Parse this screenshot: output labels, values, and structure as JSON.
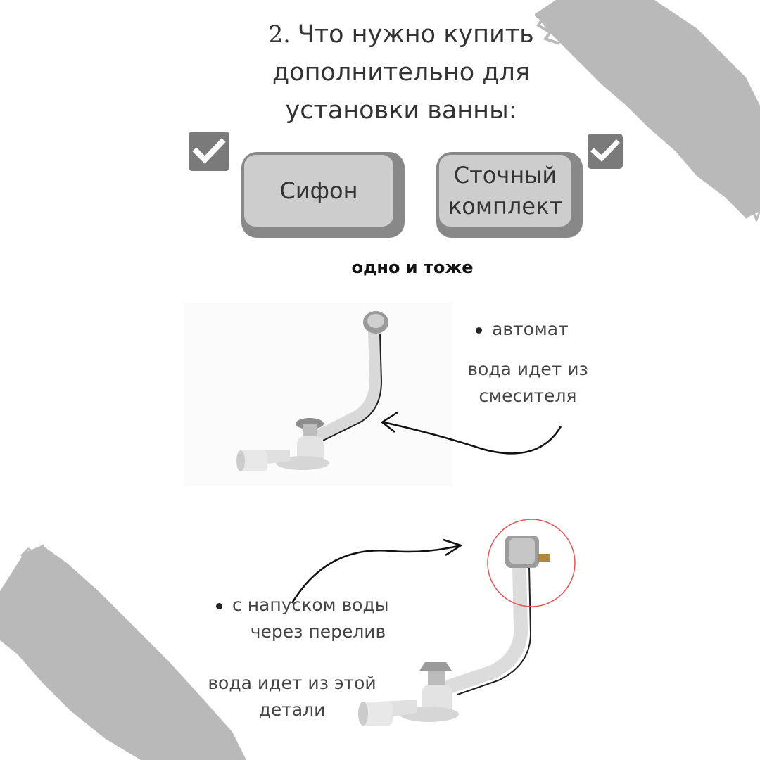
{
  "title": {
    "number": "2.",
    "line1": "Что нужно купить",
    "line2": "дополнительно для",
    "line3": "установки ванны:"
  },
  "options": [
    {
      "line1": "Сифон",
      "line2": "",
      "checked": true
    },
    {
      "line1": "Сточный",
      "line2": "комплект",
      "checked": true
    }
  ],
  "same_note": "одно и тоже",
  "item_auto": {
    "bullet": "автомат",
    "desc_line1": "вода идет из",
    "desc_line2": "смесителя"
  },
  "item_fill": {
    "bullet_line1": "с напуском воды",
    "bullet_line2": "через перелив",
    "desc_line1": "вода идет из этой",
    "desc_line2": "детали"
  },
  "icons": [
    "checkmark-icon",
    "arrow-icon"
  ],
  "colors": {
    "brush": "#b9b9b9",
    "keycap_shadow": "#888888",
    "keycap_face": "#cdcdcd",
    "checkbox": "#7a7a7a",
    "highlight_circle": "#e05555"
  }
}
